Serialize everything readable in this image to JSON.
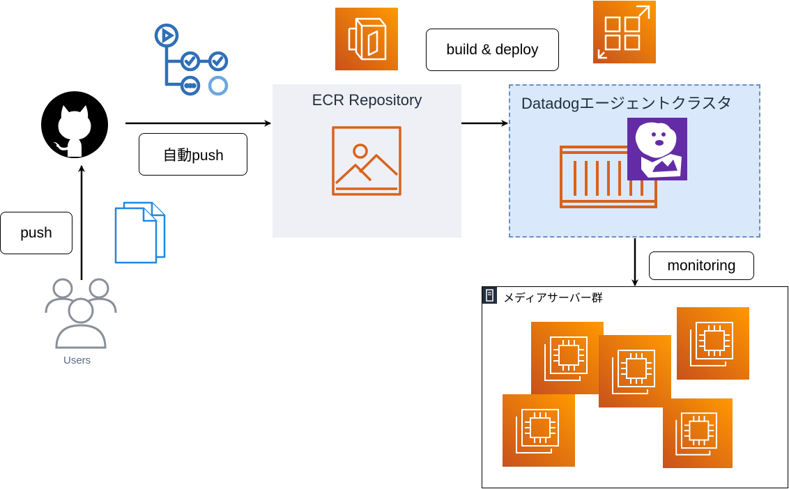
{
  "labels": {
    "auto_push": "自動push",
    "push": "push",
    "build_deploy": "build & deploy",
    "monitoring": "monitoring"
  },
  "groups": {
    "ecr_title": "ECR Repository",
    "datadog_title": "Datadogエージェントクラスタ",
    "media_title": "メディアサーバー群"
  },
  "captions": {
    "users": "Users"
  },
  "icons": {
    "github": "github-icon",
    "actions": "github-actions-icon",
    "documents": "documents-icon",
    "users": "users-icon",
    "ecr": "ecr-icon",
    "image": "container-image-icon",
    "ecs": "ecs-icon",
    "container": "container-icon",
    "datadog": "datadog-logo",
    "server": "server-icon",
    "ec2": "ec2-instance-icon"
  },
  "colors": {
    "aws_orange": "#ed7100",
    "datadog_purple": "#632ca6",
    "blue_icon": "#1e88e5",
    "group_fill": "#dae8fc",
    "group_border": "#6c8ebf",
    "ecr_fill": "#eef0f5"
  }
}
